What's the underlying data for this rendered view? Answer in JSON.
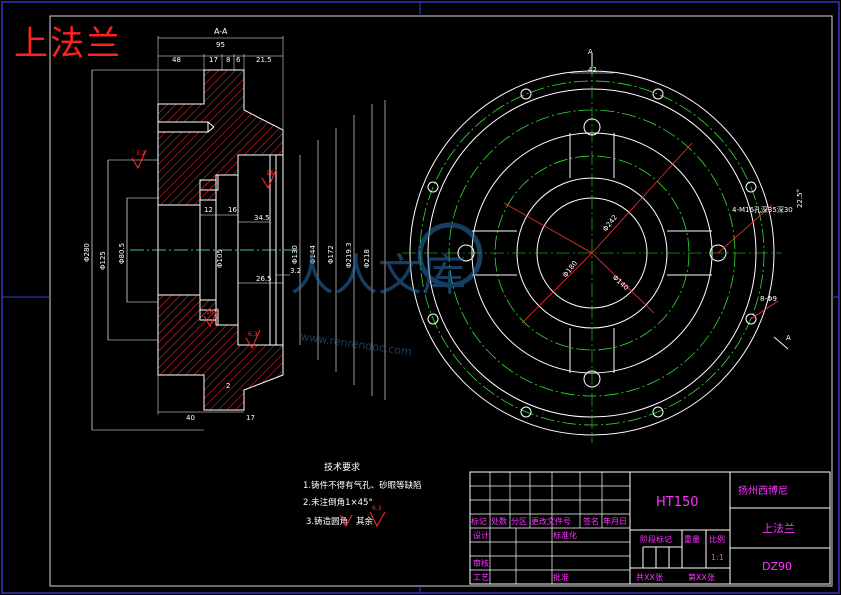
{
  "title": "上法兰",
  "section_label": "A-A",
  "top_dims": {
    "total": "95",
    "d1": "48",
    "d2": "17",
    "d3": "8",
    "d4": "6",
    "d5": "21.5"
  },
  "bottom_dims": {
    "d1": "40",
    "d2": "17",
    "d3": "2"
  },
  "left_diams": {
    "outer": "Φ280",
    "mid": "Φ125",
    "inner": "Φ80.5"
  },
  "inner_dims": {
    "a": "12",
    "b": "16",
    "c": "34.5",
    "d": "26.5",
    "e": "3.2",
    "f": "Φ105"
  },
  "right_diams": [
    "Φ130",
    "Φ144",
    "Φ172",
    "Φ219.3",
    "Φ218"
  ],
  "roughness": [
    "3.2",
    "16",
    "16",
    "6.3"
  ],
  "plan_view": {
    "view_label": "A",
    "width_dim": "42",
    "hole_note": "4-M16孔深35深30",
    "angle": "22.5°",
    "b_note": "8-Φ9",
    "d_labels": [
      "Φ242",
      "Φ180",
      "Φ140"
    ]
  },
  "watermark": {
    "top": "人人文库",
    "url": "www.renrendoc.com"
  },
  "tech_notes": {
    "heading": "技术要求",
    "lines": [
      "1.铸件不得有气孔、砂眼等缺陷",
      "2.未注倒角1×45°",
      "3.铸造圆角",
      "其余"
    ]
  },
  "title_block": {
    "material": "HT150",
    "company": "扬州西博尼",
    "part_name": "上法兰",
    "drawing_no": "DZ90",
    "scale": "1:1",
    "rev_headers": [
      "标记",
      "处数",
      "分区",
      "更改文件号",
      "签名",
      "年月日"
    ],
    "row_labels": [
      "设计",
      "标准化",
      "审核",
      "工艺",
      "批准"
    ],
    "stage_label": "阶段标记",
    "weight_label": "重量",
    "scale_label": "比例",
    "sheet_total": "共XX张",
    "sheet_no": "第XX张"
  }
}
